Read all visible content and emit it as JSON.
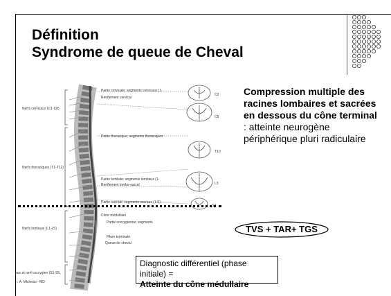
{
  "title": {
    "line1": "Définition",
    "line2": "Syndrome de queue de Cheval"
  },
  "description": {
    "bold": "Compression multiple des racines lombaires et sacrées en dessous du cône terminal",
    "rest": " : atteinte neurogène périphérique pluri radiculaire"
  },
  "badge": "TVS + TAR+ TGS",
  "diagnosis": {
    "line1": "Diagnostic différentiel (phase initiale) =",
    "line2": "Atteinte du cône médullaire"
  },
  "figure": {
    "labels": {
      "cervical_nerves": "Nerfs cervicaux (C1-C8)",
      "thoracic_nerves": "Nerfs thoraciques (T1-T12)",
      "lumbar_nerves": "Nerfs lombaux (L1-L5)",
      "sacral_nerves": "aux et nerf coccygien (S1-S5,",
      "cervical_part": "Partie cervicale; segments cervicaux (1-",
      "cervical_enlargement": "Renflement cervical",
      "thoracic_part": "Partie thoracique; segments thoraciques",
      "lumbar_part": "Partie lombale; segments lombaux (1-",
      "lumbosacral_enlargement": "Renflement lombo-sacral",
      "sacral_part": "Partie sacrale; segments sacraux (1-5)",
      "conus": "Cône médullaire",
      "coccygeal_part": "Partie coccygienne; segments",
      "filum": "Filum terminale",
      "cauda": "Queue de cheval",
      "credit": "i: A. Micheau - MD"
    },
    "sections": [
      "C2",
      "C5",
      "T10",
      "L3",
      "S3"
    ]
  }
}
